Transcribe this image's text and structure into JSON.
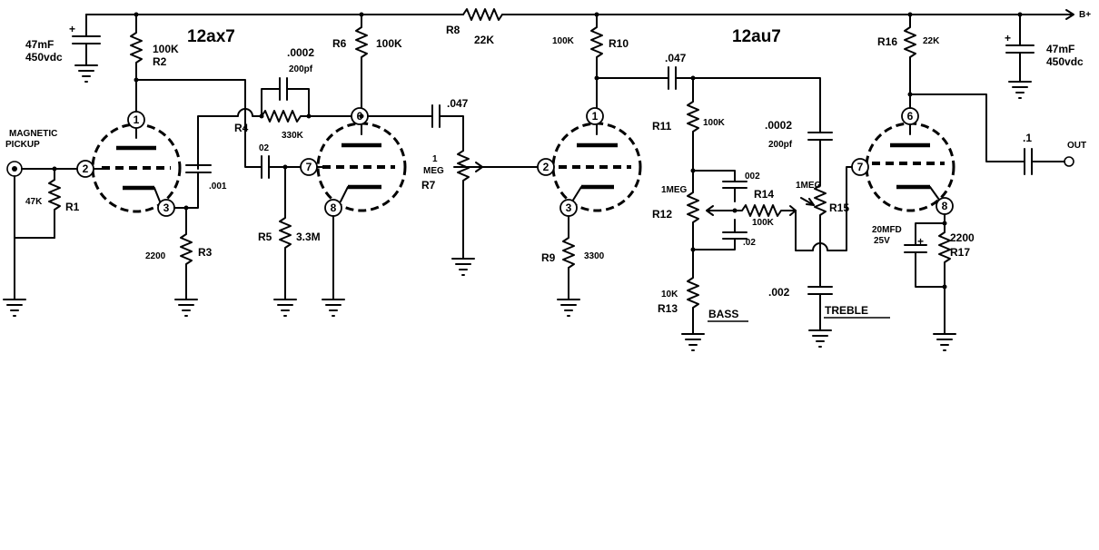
{
  "tubes": {
    "v1": {
      "type": "12ax7"
    },
    "v2": {
      "type": "12au7"
    }
  },
  "pins": {
    "p1": "1",
    "p2": "2",
    "p3": "3",
    "p6": "6",
    "p7": "7",
    "p8": "8"
  },
  "supply": {
    "rail": "B+"
  },
  "caps": {
    "c_filter_left": {
      "value": "47mF",
      "rating": "450vdc"
    },
    "c_filter_right": {
      "value": "47mF",
      "rating": "450vdc"
    },
    "c_001": ".001",
    "c_02": "02",
    "c_0002_fb": ".0002",
    "c_200pf_fb": "200pf",
    "c_047_a": ".047",
    "c_047_b": ".047",
    "c_0002_treble": ".0002",
    "c_200pf_treble": "200pf",
    "c_002_bass": "002",
    "c_02_bass": ".02",
    "c_002_treble": ".002",
    "c_20mfd": {
      "value": "20MFD",
      "rating": "25V"
    },
    "c_out": ".1"
  },
  "polarity": {
    "plus": "+"
  },
  "resistors": {
    "r1": {
      "name": "R1",
      "value": "47K"
    },
    "r2": {
      "name": "R2",
      "value": "100K"
    },
    "r3": {
      "name": "R3",
      "value": "2200"
    },
    "r4": {
      "name": "R4",
      "value": "330K"
    },
    "r5": {
      "name": "R5",
      "value": "3.3M"
    },
    "r6": {
      "name": "R6",
      "value": "100K"
    },
    "r7": {
      "name": "R7",
      "value_a": "1",
      "value_b": "MEG"
    },
    "r8": {
      "name": "R8",
      "value": "22K"
    },
    "r9": {
      "name": "R9",
      "value": "3300"
    },
    "r10": {
      "name": "R10",
      "value": "100K"
    },
    "r11": {
      "name": "R11",
      "value": "100K"
    },
    "r12": {
      "name": "R12",
      "value": "1MEG"
    },
    "r13": {
      "name": "R13",
      "value": "10K"
    },
    "r14": {
      "name": "R14",
      "value": "100K"
    },
    "r15": {
      "name": "R15",
      "value": "1MEG"
    },
    "r16": {
      "name": "R16",
      "value": "22K"
    },
    "r17": {
      "name": "R17",
      "value": "2200"
    }
  },
  "input": {
    "line1": "MAGNETIC",
    "line2": "PICKUP"
  },
  "output": {
    "label": "OUT"
  },
  "controls": {
    "bass": "BASS",
    "treble": "TREBLE"
  }
}
